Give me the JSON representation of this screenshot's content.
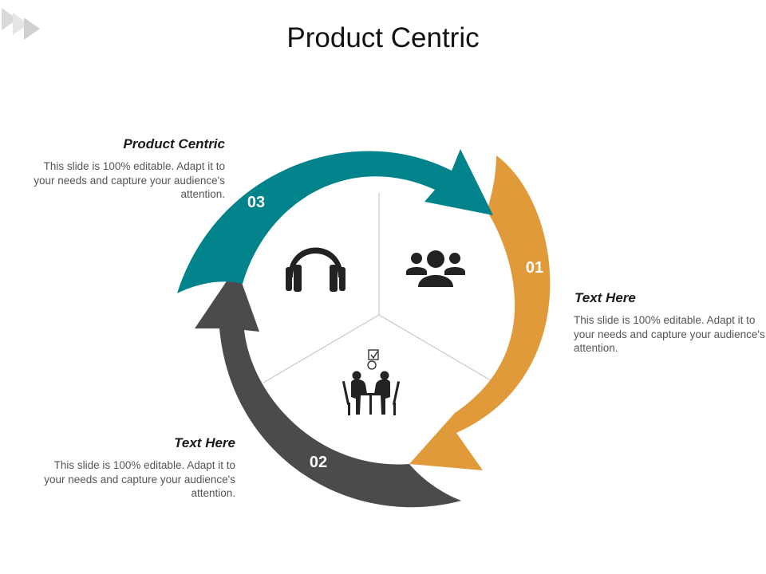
{
  "slide": {
    "title": "Product Centric"
  },
  "colors": {
    "teal": "#00838A",
    "orange": "#E09A39",
    "gray": "#4B4B4B",
    "icon": "#222222",
    "divider": "#C8C8C8"
  },
  "items": [
    {
      "number": "01",
      "heading": "Text Here",
      "text": "This slide is 100% editable. Adapt it to your needs and capture your audience's attention.",
      "color": "#E09A39",
      "icon": "users-icon"
    },
    {
      "number": "02",
      "heading": "Text Here",
      "text": "This slide is 100% editable. Adapt it to your needs and capture your audience's attention.",
      "color": "#4B4B4B",
      "icon": "meeting-icon"
    },
    {
      "number": "03",
      "heading": "Product Centric",
      "text": "This slide is 100% editable. Adapt it to your needs and capture your audience's attention.",
      "color": "#00838A",
      "icon": "headphones-icon"
    }
  ]
}
